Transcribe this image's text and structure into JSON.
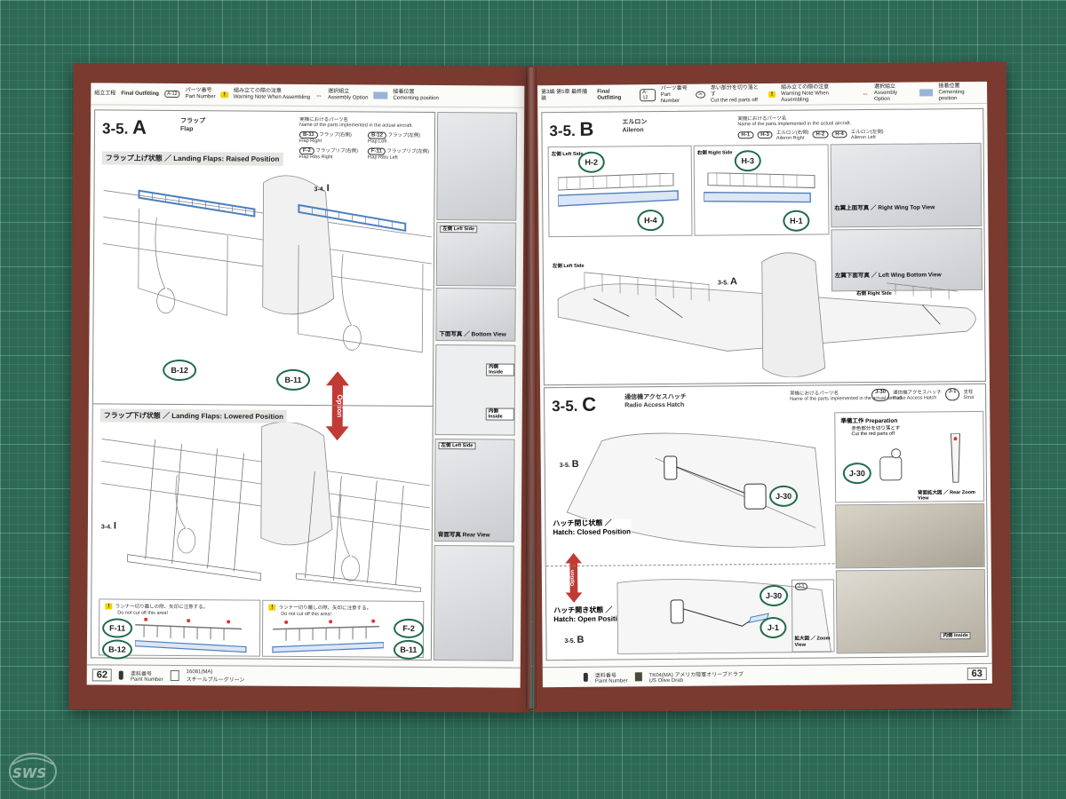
{
  "watermark": {
    "text": "SWS"
  },
  "left_page": {
    "page_number": "62",
    "header": {
      "step_jp": "組立工程",
      "step_en": "Final Outfitting",
      "part_chip": "A-12",
      "part_jp": "パーツ番号",
      "part_en": "Part Number",
      "warning_jp": "組み立ての際の注意",
      "warning_en": "Warning Note When Assembling",
      "option_jp": "選択組立",
      "option_en": "Assembly Option",
      "cementing_jp": "接着位置",
      "cementing_en": "Cementing position"
    },
    "section": {
      "code": "3-5.",
      "letter": "A",
      "title_jp": "フラップ",
      "title_en": "Flap",
      "parts_heading_jp": "実機におけるパーツ名",
      "parts_heading_en": "Name of the parts implemented in the actual aircraft.",
      "parts": [
        {
          "id": "B-11",
          "jp": "フラップ(右側)",
          "en": "Flap Right"
        },
        {
          "id": "B-12",
          "jp": "フラップ(左側)",
          "en": "Flap Left"
        },
        {
          "id": "F-2",
          "jp": "フラップリブ(右側)",
          "en": "Flap Ribs Right"
        },
        {
          "id": "F-11",
          "jp": "フラップリブ(左側)",
          "en": "Flap Ribs Left"
        }
      ]
    },
    "raised_label": "フラップ上げ状態 ／ Landing Flaps: Raised Position",
    "lowered_label": "フラップ下げ状態 ／ Landing Flaps: Lowered Position",
    "ref_label": "3-4.",
    "ref_letter": "I",
    "option_text": "Option",
    "callouts": [
      "B-12",
      "B-11",
      "F-11",
      "F-2",
      "B-12",
      "B-11"
    ],
    "warning_jp": "ランナー切り離しの際、矢印に注意する。",
    "warning_en": "Do not cut off this area!",
    "photos": [
      {
        "tag": "",
        "caption": ""
      },
      {
        "tag": "左側 Left Side",
        "caption": ""
      },
      {
        "tag": "",
        "caption": "下面写真 ／ Bottom View"
      },
      {
        "tag": "",
        "caption": "",
        "side_top": "内側 Inside",
        "side_bottom": "内側 Inside"
      },
      {
        "tag": "左側 Left Side",
        "caption": "背面写真 Rear View"
      },
      {
        "tag": "",
        "caption": ""
      }
    ],
    "footer": {
      "paint_jp": "塗料番号",
      "paint_en": "Paint Number",
      "paint_code": "16081(MA)",
      "paint_name": "スチールブルーグリーン"
    }
  },
  "right_page": {
    "page_number": "63",
    "header": {
      "step_jp": "第3編 第5章 最終艤装",
      "step_en": "Final Outfitting",
      "part_chip": "A-12",
      "part_jp": "パーツ番号",
      "part_en": "Part Number",
      "cut_jp": "赤い部分を切り落とす",
      "cut_en": "Cut the red parts off",
      "warning_jp": "組み立ての際の注意",
      "warning_en": "Warning Note When Assembling",
      "option_jp": "選択組立",
      "option_en": "Assembly Option",
      "cementing_jp": "接着位置",
      "cementing_en": "Cementing position"
    },
    "section_b": {
      "code": "3-5.",
      "letter": "B",
      "title_jp": "エルロン",
      "title_en": "Aileron",
      "parts_heading_jp": "実機におけるパーツ名",
      "parts_heading_en": "Name of the parts implemented in the actual aircraft.",
      "parts": [
        {
          "id": "H-1",
          "jp": "",
          "en": ""
        },
        {
          "id": "H-3",
          "jp": "エルロン(右側)",
          "en": "Aileron Right"
        },
        {
          "id": "H-2",
          "jp": "",
          "en": ""
        },
        {
          "id": "H-4",
          "jp": "エルロン(左側)",
          "en": "Aileron Left"
        }
      ],
      "left_side": "左側 Left Side",
      "right_side": "右側 Right Side",
      "callouts": [
        "H-2",
        "H-4",
        "H-3",
        "H-1"
      ],
      "ref_label": "3-5.",
      "ref_letter": "A",
      "photo_top": "右翼上面写真 ／ Right Wing Top View",
      "photo_bottom": "左翼下面写真 ／ Left Wing Bottom View"
    },
    "section_c": {
      "code": "3-5.",
      "letter": "C",
      "title_jp": "通信機アクセスハッチ",
      "title_en": "Radio Access Hatch",
      "parts_heading_jp": "実機におけるパーツ名",
      "parts_heading_en": "Name of the parts implemented in the actual aircraft.",
      "parts": [
        {
          "id": "J-30",
          "jp": "通信機アクセスハッチ",
          "en": "Radio Access Hatch"
        },
        {
          "id": "J-1",
          "jp": "支柱",
          "en": "Strut"
        }
      ],
      "prep_jp": "準備工作",
      "prep_en": "Preparation",
      "prep_note_jp": "赤色部分を切り落とす",
      "prep_note_en": "Cut the red parts off",
      "ref_label": "3-5.",
      "ref_letter": "B",
      "closed_jp": "ハッチ閉じ状態 ／",
      "closed_en": "Hatch: Closed Position",
      "open_jp": "ハッチ開き状態 ／",
      "open_en": "Hatch: Open Position",
      "rear_zoom": "背面拡大図 ／ Rear Zoom View",
      "zoom": "拡大図 ／ Zoom View",
      "inside": "内側 Inside",
      "callouts": [
        "J-30",
        "J-30",
        "J-30",
        "J-1",
        "J-1"
      ],
      "option_text": "Option"
    },
    "footer": {
      "paint_jp": "塗料番号",
      "paint_en": "Paint Number",
      "paint_code": "TK04(MA)",
      "paint_name": "アメリカ陸軍オリーブドラブ",
      "paint_en2": "US Olive Drab"
    }
  }
}
